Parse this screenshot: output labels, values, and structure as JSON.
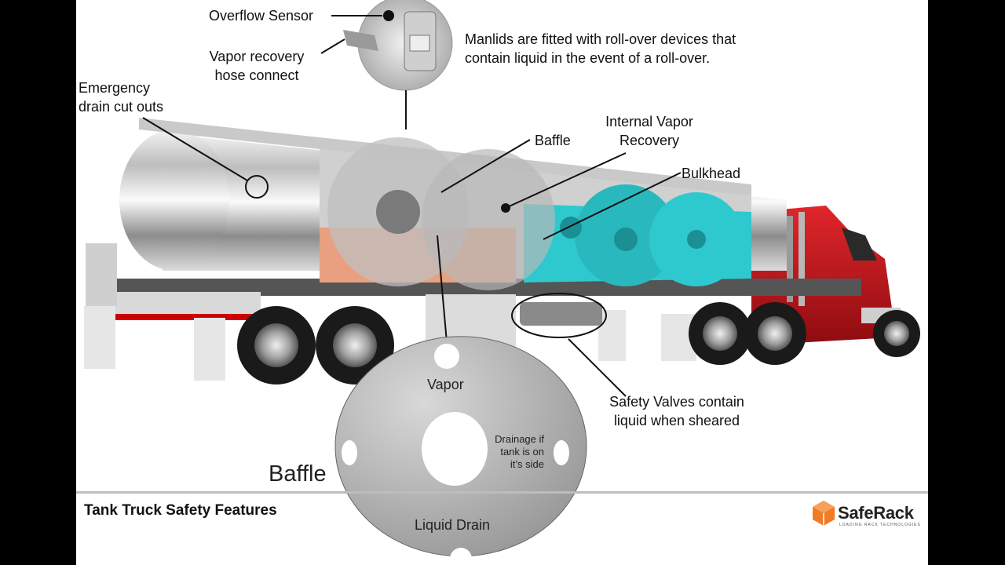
{
  "labels": {
    "overflow_sensor": "Overflow Sensor",
    "vapor_recovery_l1": "Vapor recovery",
    "vapor_recovery_l2": "hose connect",
    "emergency_l1": "Emergency",
    "emergency_l2": "drain cut outs",
    "manlids_l1": "Manlids are fitted with roll-over devices that",
    "manlids_l2": "contain liquid in the event of a roll-over.",
    "internal_vapor_l1": "Internal Vapor",
    "internal_vapor_l2": "Recovery",
    "baffle": "Baffle",
    "bulkhead": "Bulkhead",
    "safety_valves_l1": "Safety Valves contain",
    "safety_valves_l2": "liquid when sheared"
  },
  "baffle_detail": {
    "title": "Baffle",
    "vapor": "Vapor",
    "liquid_drain": "Liquid Drain",
    "drainage_l1": "Drainage if",
    "drainage_l2": "tank is on",
    "drainage_l3": "it’s side"
  },
  "footer": {
    "title": "Tank Truck Safety Features",
    "logo_name": "SafeRack",
    "logo_tagline": "LOADING RACK TECHNOLOGIES"
  },
  "colors": {
    "cab_red": "#c8141a",
    "liquid_teal": "#2ec9cf",
    "liquid_orange": "#e9a080",
    "logo_orange": "#f07c28"
  }
}
